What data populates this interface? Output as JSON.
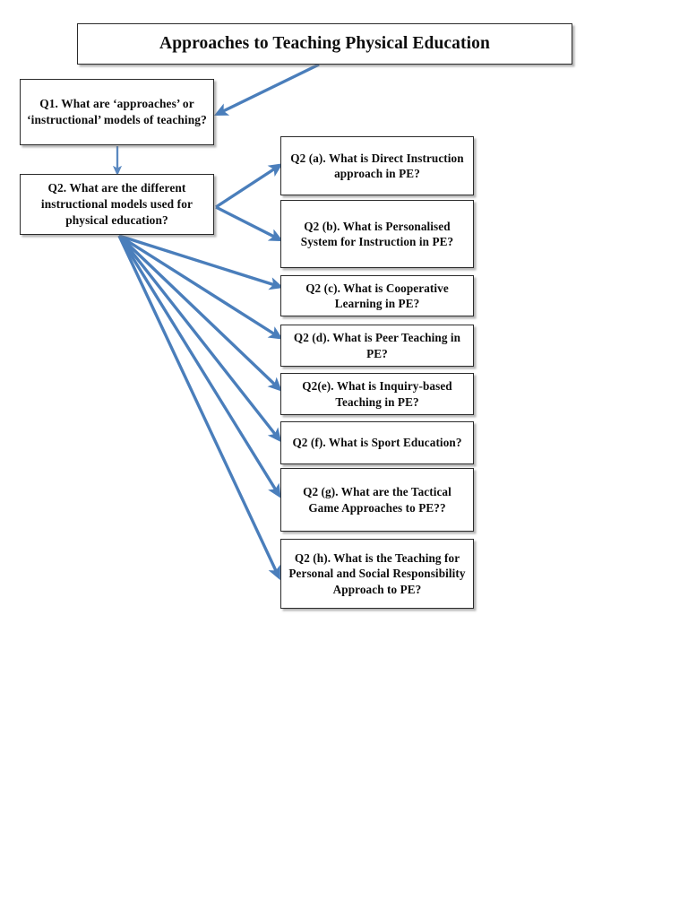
{
  "document": {
    "title": "Approaches to Teaching Physical Education",
    "type": "flowchart-diagram"
  },
  "colors": {
    "arrow": "#4a7ebb",
    "arrow_dark": "#3f6fa8",
    "box_border": "#2b2b2b",
    "box_fill": "#ffffff",
    "text": "#0d0d0d",
    "shadow": "rgba(120,120,120,0.55)"
  },
  "nodes": {
    "title": "Approaches to Teaching Physical Education",
    "q1": "Q1. What are ‘approaches’ or ‘instructional’ models of teaching?",
    "q2": "Q2. What are the different instructional models used for physical education?",
    "sub_questions": [
      {
        "id": "a",
        "text": "Q2 (a). What is Direct Instruction approach in PE?"
      },
      {
        "id": "b",
        "text": "Q2 (b). What is Personalised System for Instruction in PE?"
      },
      {
        "id": "c",
        "text": "Q2 (c). What is Cooperative Learning in PE?"
      },
      {
        "id": "d",
        "text": "Q2 (d). What is Peer Teaching in PE?"
      },
      {
        "id": "e",
        "text": "Q2(e). What is Inquiry-based Teaching in PE?"
      },
      {
        "id": "f",
        "text": "Q2 (f). What is Sport Education?"
      },
      {
        "id": "g",
        "text": "Q2 (g). What are the Tactical Game Approaches to PE??"
      },
      {
        "id": "h",
        "text": "Q2 (h). What is the Teaching for Personal and Social Responsibility Approach to PE?"
      }
    ]
  },
  "connectors": [
    {
      "name": "title-to-q1",
      "from": "title",
      "to": "q1",
      "style": "thick-diagonal"
    },
    {
      "name": "q1-to-q2",
      "from": "q1",
      "to": "q2",
      "style": "thin-vertical"
    },
    {
      "name": "q2-to-a",
      "from": "q2",
      "to": "sub-a",
      "style": "thick-diagonal"
    },
    {
      "name": "q2-to-b",
      "from": "q2",
      "to": "sub-b",
      "style": "thick-diagonal"
    },
    {
      "name": "q2-to-c",
      "from": "q2",
      "to": "sub-c",
      "style": "thick-diagonal"
    },
    {
      "name": "q2-to-d",
      "from": "q2",
      "to": "sub-d",
      "style": "thick-diagonal"
    },
    {
      "name": "q2-to-e",
      "from": "q2",
      "to": "sub-e",
      "style": "thick-diagonal"
    },
    {
      "name": "q2-to-f",
      "from": "q2",
      "to": "sub-f",
      "style": "thick-diagonal"
    },
    {
      "name": "q2-to-g",
      "from": "q2",
      "to": "sub-g",
      "style": "thick-diagonal"
    },
    {
      "name": "q2-to-h",
      "from": "q2",
      "to": "sub-h",
      "style": "thick-diagonal"
    }
  ]
}
